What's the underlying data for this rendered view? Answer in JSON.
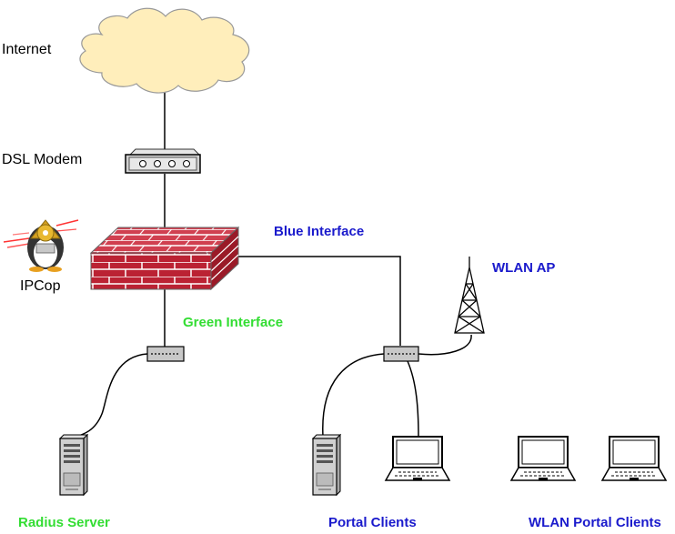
{
  "labels": {
    "internet": "Internet",
    "dsl_modem": "DSL Modem",
    "ipcop": "IPCop",
    "blue_interface": "Blue Interface",
    "green_interface": "Green Interface",
    "wlan_ap": "WLAN AP",
    "radius_server": "Radius Server",
    "portal_clients": "Portal Clients",
    "wlan_portal_clients": "WLAN Portal Clients"
  },
  "colors": {
    "blue_label": "#1a1acc",
    "green_label": "#33dd33",
    "cloud_fill": "#ffeebb",
    "firewall_brick": "#bb2233",
    "firewall_mortar": "#ffffff",
    "device_gray": "#c8c8c8"
  },
  "icons": {
    "cloud": "cloud-icon",
    "modem": "modem-icon",
    "mascot": "ipcop-logo",
    "firewall": "firewall-icon",
    "switch": "switch-icon",
    "tower": "antenna-tower-icon",
    "server": "server-tower-icon",
    "laptop": "laptop-icon"
  }
}
